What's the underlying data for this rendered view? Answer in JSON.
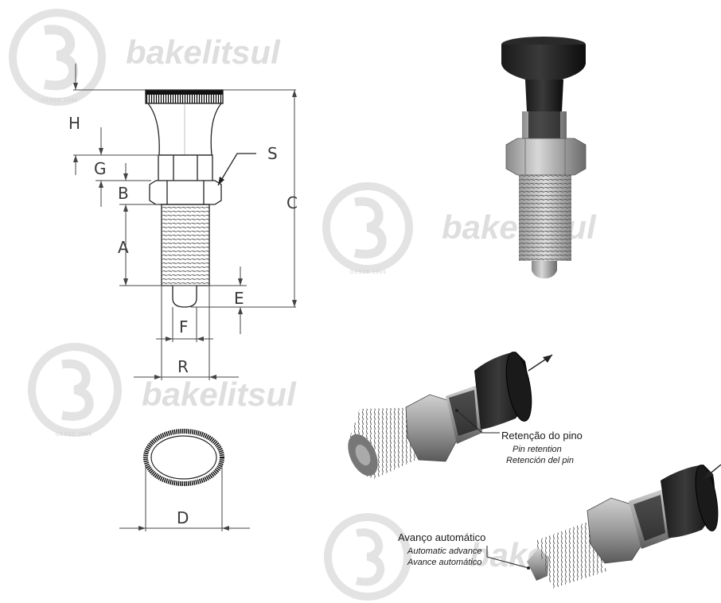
{
  "watermark": {
    "brand": "bakelitsul",
    "since": "DESDE 1999"
  },
  "dimensions": {
    "h": "H",
    "g": "G",
    "b": "B",
    "a": "A",
    "c": "C",
    "s": "S",
    "e": "E",
    "f": "F",
    "r": "R",
    "d": "D"
  },
  "callouts": {
    "retention": {
      "pt": "Retenção do pino",
      "en": "Pin retention",
      "es": "Retención del pin"
    },
    "advance": {
      "pt": "Avanço automático",
      "en": "Automatic advance",
      "es": "Avance automático"
    }
  }
}
